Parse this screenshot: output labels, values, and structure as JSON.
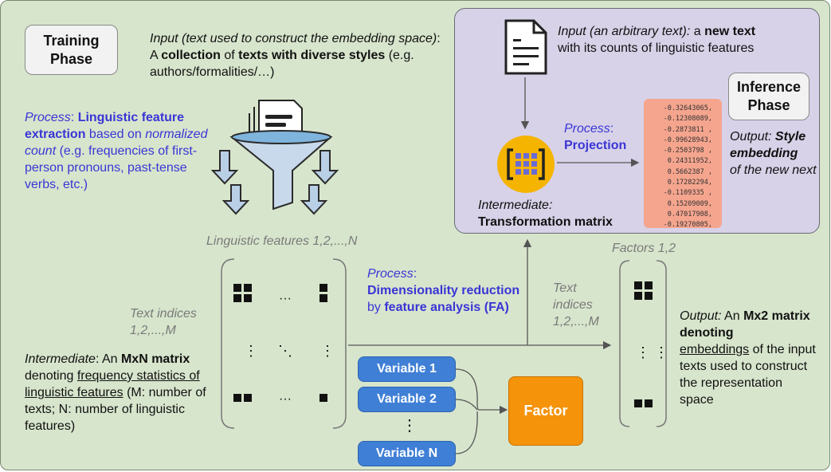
{
  "training_phase": "Training\nPhase",
  "inference_phase": "Inference\nPhase",
  "input_training": {
    "italic": "Input (text used to construct the embedding space)",
    "plain1": ": A ",
    "bold1": "collection",
    "plain2": " of ",
    "bold2": "texts with diverse styles",
    "plain3": " (e.g. authors/formalities/…)"
  },
  "process_extraction": {
    "italic": "Process",
    "plain1": ": ",
    "bold1": "Linguistic feature extraction",
    "plain2": " based on ",
    "italic2": "normalized count",
    "plain3": " (e.g. frequencies of first-person pronouns, past-tense verbs, etc.)"
  },
  "linguistic_features_label": "Linguistic features 1,2,...,N",
  "text_indices_left": "Text indices\n1,2,...,M",
  "intermediate_matrix": {
    "italic": "Intermediate",
    "plain1": ": An ",
    "bold1": "MxN matrix",
    "plain2": " denoting ",
    "underline1": "frequency statistics of linguistic features",
    "plain3": " (M: number of texts; N: number of linguistic features)"
  },
  "process_reduction": {
    "italic": "Process",
    "plain1": ":",
    "bold1": "Dimensionality reduction",
    "plain2": " by ",
    "bold2": "feature analysis (FA)"
  },
  "variables": [
    "Variable 1",
    "Variable 2",
    "Variable N"
  ],
  "factor_label": "Factor",
  "text_indices_right": "Text\nindices\n1,2,...,M",
  "factors_label": "Factors 1,2",
  "output_embeddings": {
    "italic": "Output:",
    "plain1": " An ",
    "bold1": "Mx2 matrix denoting",
    "underline1": "embeddings",
    "plain2": " of the input texts used to construct the representation space"
  },
  "input_inference": {
    "italic": "Input (an arbitrary text):",
    "plain1": " a ",
    "bold1": "new text",
    "plain2": " with its counts of linguistic features"
  },
  "process_projection": {
    "italic": "Process",
    "plain1": ":",
    "bold1": "Projection"
  },
  "intermediate_transform": {
    "italic": "Intermediate:",
    "bold1": "Transformation matrix"
  },
  "output_style": {
    "italic": "Output: ",
    "bold1": "Style embedding",
    "italic2": "of the new next"
  },
  "vector_values": [
    "-0.32643065,",
    "-0.12308089,",
    "-0.2873811 ,",
    "-0.99628943,",
    "-0.2503798 ,",
    "0.24311952,",
    "0.5662387 ,",
    "0.17282294,",
    "-0.1109335 ,",
    "0.15209009,",
    "0.47017908,",
    "-0.19270805,"
  ],
  "colors": {
    "background": "#d7e5cc",
    "inference_panel": "#d7d2e8",
    "variable_blue": "#3f7fd6",
    "factor_orange": "#f5930b",
    "process_text": "#3a35d6",
    "vector_box": "#f5a58e"
  },
  "icons": [
    "document-icon",
    "funnel-icon",
    "matrix-icon",
    "arrow-icon"
  ]
}
